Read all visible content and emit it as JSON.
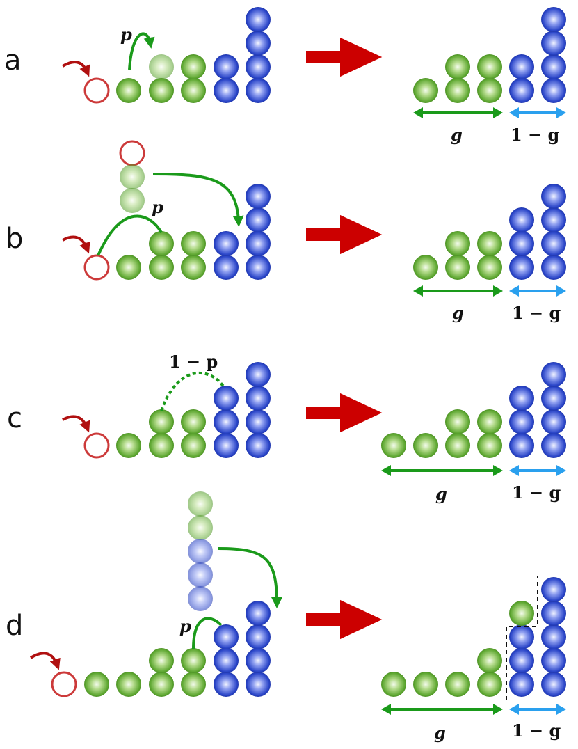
{
  "colors": {
    "green_ball": "#5fa832",
    "blue_ball": "#2a45c8",
    "empty_site": "#cc3a3a",
    "transition_arrow": "#cc0000",
    "incoming_arrow": "#b01010",
    "move_arrow": "#1a9a1a",
    "g_arrow": "#1a9a1a",
    "one_minus_g_arrow": "#2aa0ee",
    "dashed_outline": "#111111"
  },
  "panels": [
    {
      "label": "a",
      "move_label": "p",
      "g_label": "g",
      "one_minus_g_label": "1 − g"
    },
    {
      "label": "b",
      "move_label": "p",
      "g_label": "g",
      "one_minus_g_label": "1 − g"
    },
    {
      "label": "c",
      "move_label": "1 − p",
      "g_label": "g",
      "one_minus_g_label": "1 − g"
    },
    {
      "label": "d",
      "move_label": "p",
      "g_label": "g",
      "one_minus_g_label": "1 − g"
    }
  ]
}
